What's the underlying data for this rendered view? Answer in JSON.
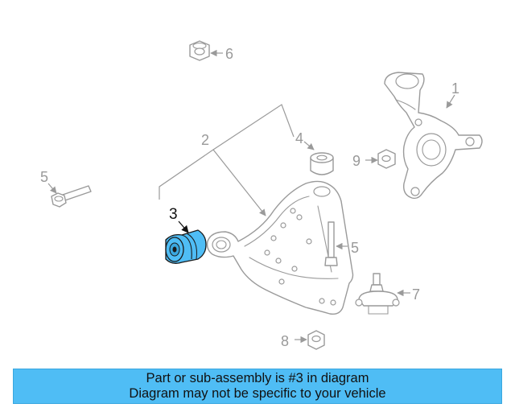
{
  "diagram": {
    "callouts": {
      "c1": "1",
      "c2": "2",
      "c3": "3",
      "c4": "4",
      "c5a": "5",
      "c5b": "5",
      "c6": "6",
      "c7": "7",
      "c8": "8",
      "c9": "9"
    },
    "highlighted_part": "3",
    "highlight_color": "#4fbdf5",
    "part_color": "#9a9a9a"
  },
  "banner": {
    "line1": "Part or sub-assembly is #3 in diagram",
    "line2": "Diagram may not be specific to your vehicle",
    "background": "#4fbdf5"
  }
}
